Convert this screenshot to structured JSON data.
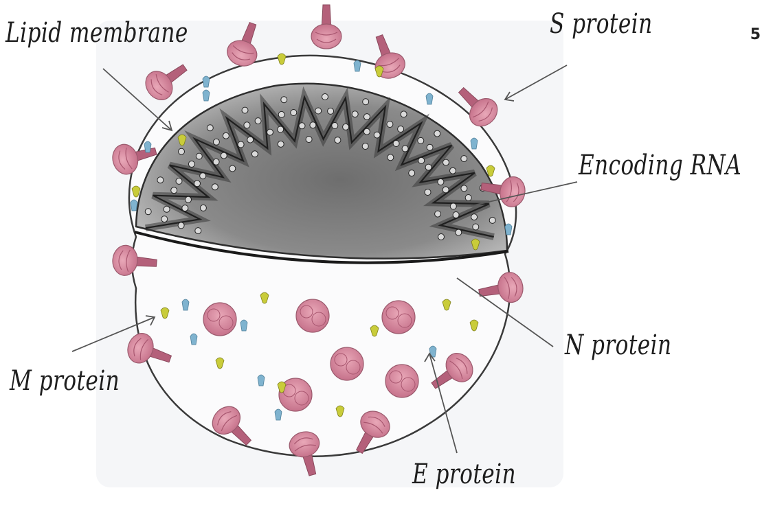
{
  "labels": {
    "lipid_membrane": "Lipid membrane",
    "s_protein": "S protein",
    "encoding_rna": "Encoding RNA",
    "n_protein": "N protein",
    "m_protein": "M protein",
    "e_protein": "E protein"
  },
  "corner_mark": "5",
  "colors": {
    "spike": "#d9899e",
    "spike_dark": "#b4607a",
    "interior_dark": "#7d7d7d",
    "interior_light": "#c2c2c2",
    "m_protein": "#c9cc3a",
    "e_protein": "#7fb3cf",
    "outline": "#333333",
    "background": "#f5f6f8"
  }
}
